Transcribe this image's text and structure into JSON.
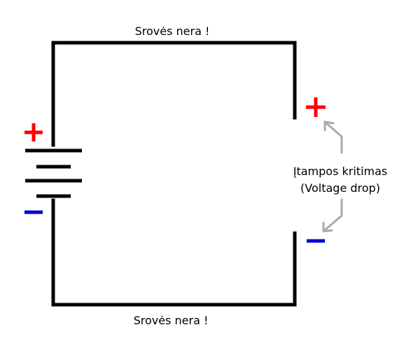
{
  "labels": {
    "top": "Srovės nera !",
    "bottom": "Srovės nera !",
    "drop_line1": "Įtampos kritimas",
    "drop_line2": "(Voltage drop)"
  },
  "symbols": {
    "plus": "+",
    "minus": "−"
  },
  "colors": {
    "wire": "#000000",
    "positive": "#ff0000",
    "negative": "#0000cc",
    "arrow": "#aaaaaa"
  }
}
